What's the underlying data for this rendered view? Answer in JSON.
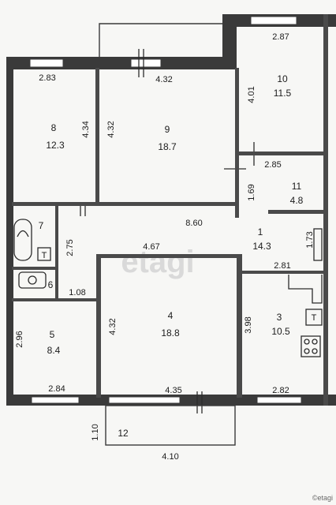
{
  "rooms": [
    {
      "id": "1",
      "number": "1",
      "area": "14.3"
    },
    {
      "id": "3",
      "number": "3",
      "area": "10.5"
    },
    {
      "id": "4",
      "number": "4",
      "area": "18.8"
    },
    {
      "id": "5",
      "number": "5",
      "area": "8.4"
    },
    {
      "id": "6",
      "number": "6",
      "area": ""
    },
    {
      "id": "7",
      "number": "7",
      "area": ""
    },
    {
      "id": "8",
      "number": "8",
      "area": "12.3"
    },
    {
      "id": "9",
      "number": "9",
      "area": "18.7"
    },
    {
      "id": "10",
      "number": "10",
      "area": "11.5"
    },
    {
      "id": "11",
      "number": "11",
      "area": "4.8"
    },
    {
      "id": "12",
      "number": "12",
      "area": ""
    }
  ],
  "dimensions": {
    "d_287": "2.87",
    "d_283": "2.83",
    "d_432_top": "4.32",
    "d_401": "4.01",
    "d_434": "4.34",
    "d_432_r9": "4.32",
    "d_285": "2.85",
    "d_169": "1.69",
    "d_860": "8.60",
    "d_173": "1.73",
    "d_275": "2.75",
    "d_467": "4.67",
    "d_281": "2.81",
    "d_108": "1.08",
    "d_432_r4": "4.32",
    "d_398": "3.98",
    "d_296": "2.96",
    "d_284": "2.84",
    "d_435": "4.35",
    "d_282": "2.82",
    "d_110": "1.10",
    "d_410": "4.10"
  },
  "fixtures": {
    "toilet_tank_letter": "T",
    "stove_letter": "T"
  },
  "watermark": {
    "text": "etagi",
    "source": "©etagi"
  },
  "colors": {
    "wall": "#3a3a3a",
    "background": "#f7f7f5",
    "watermark": "#d9d9d9"
  }
}
